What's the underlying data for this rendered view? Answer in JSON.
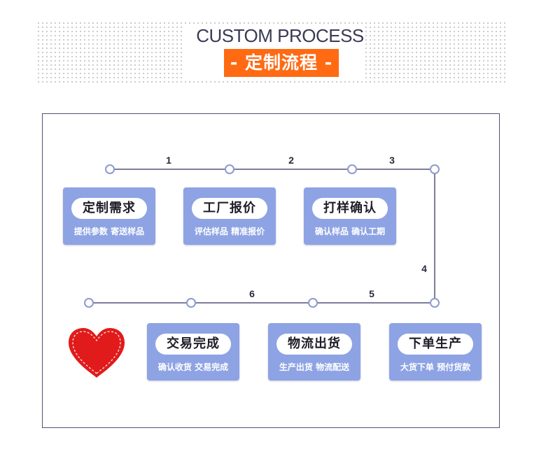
{
  "header": {
    "title_en": "CUSTOM PROCESS",
    "title_cn": "- 定制流程 -"
  },
  "steps": [
    {
      "number": "1",
      "title": "定制需求",
      "subtitle": "提供参数 寄送样品"
    },
    {
      "number": "2",
      "title": "工厂报价",
      "subtitle": "评估样品 精准报价"
    },
    {
      "number": "3",
      "title": "打样确认",
      "subtitle": "确认样品 确认工期"
    },
    {
      "number": "4",
      "title": "下单生产",
      "subtitle": "大货下单 预付货款"
    },
    {
      "number": "5",
      "title": "物流出货",
      "subtitle": "生产出货 物流配送"
    },
    {
      "number": "6",
      "title": "交易完成",
      "subtitle": "确认收货 交易完成"
    }
  ],
  "colors": {
    "accent": "#ff6a13",
    "card": "#8ea3e3",
    "line": "#54507a",
    "node": "#8d9bcf",
    "heart": "#e11b1b"
  },
  "icons": {
    "end": "heart-icon"
  }
}
